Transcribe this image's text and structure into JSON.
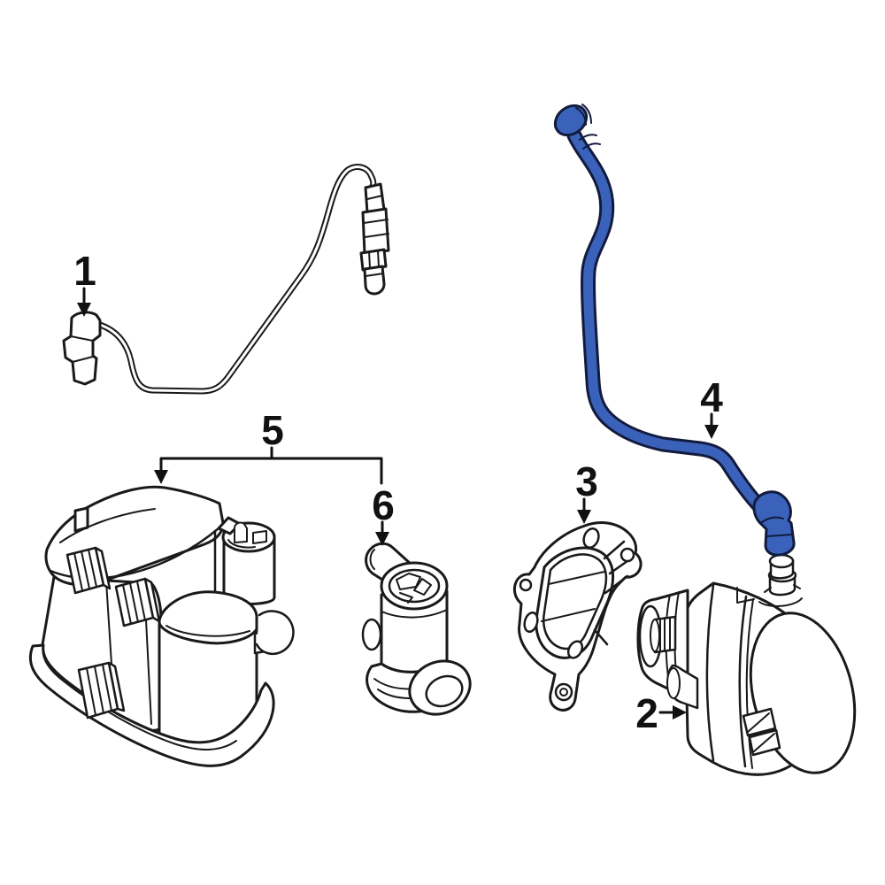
{
  "page": {
    "background_color": "#ffffff",
    "kind": "automotive-parts-exploded-diagram"
  },
  "diagram": {
    "line_color": "#1a1a1a",
    "label_color": "#111111",
    "highlight_color": "#3b62ba",
    "highlight_outline_color": "#121b3d",
    "highlighted_part_label": "4",
    "callouts": [
      {
        "label": "1",
        "part": "oxygen-sensor"
      },
      {
        "label": "2",
        "part": "secondary-air-pump"
      },
      {
        "label": "3",
        "part": "pump-mounting-gasket"
      },
      {
        "label": "4",
        "part": "air-hose-highlighted"
      },
      {
        "label": "5",
        "part": "vapor-canister"
      },
      {
        "label": "6",
        "part": "purge-valve"
      }
    ]
  }
}
